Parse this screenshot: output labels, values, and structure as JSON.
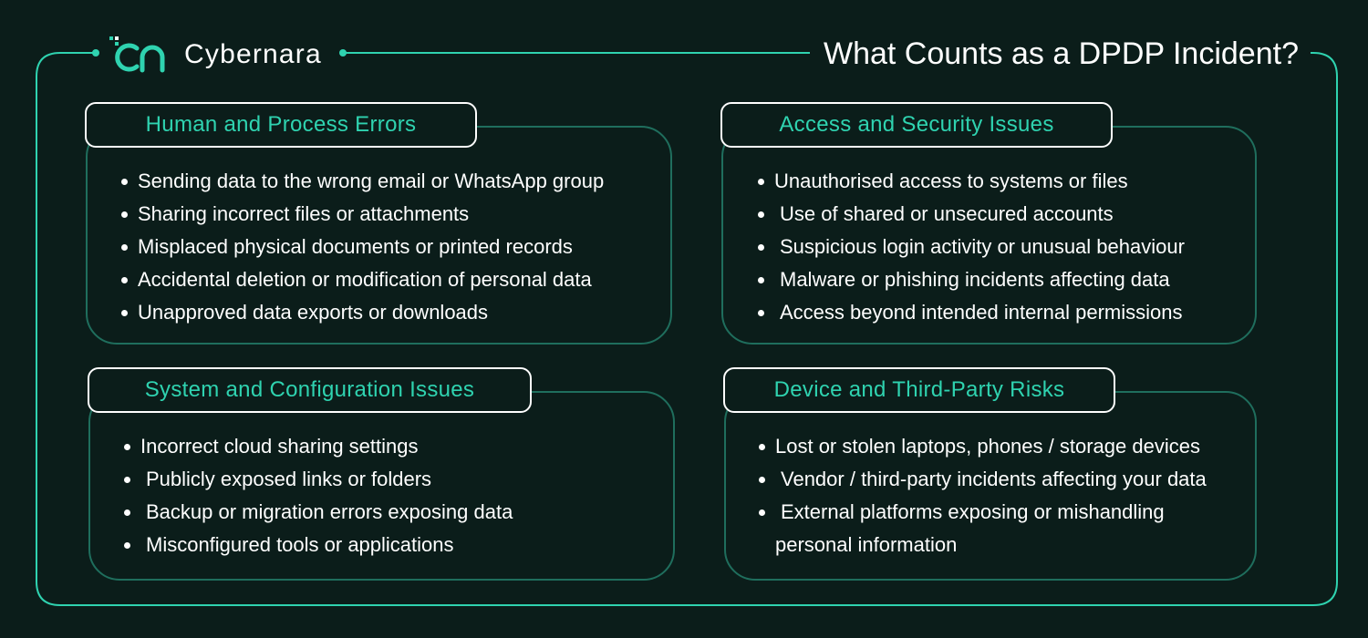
{
  "brand": {
    "name": "Cybernara",
    "logo_icon": "cn-logo-icon"
  },
  "title": "What Counts as a DPDP Incident?",
  "colors": {
    "background": "#0b1d1a",
    "accent": "#2fd3b0",
    "card_border": "#1f6e5d",
    "text": "#ffffff"
  },
  "cards": [
    {
      "title": "Human and Process Errors",
      "items": [
        "Sending data to the wrong email or WhatsApp group",
        "Sharing incorrect files or attachments",
        "Misplaced physical documents or printed records",
        "Accidental deletion or modification of personal data",
        "Unapproved data exports or downloads"
      ]
    },
    {
      "title": "Access and Security Issues",
      "items": [
        "Unauthorised access to systems or files",
        "Use of shared or unsecured accounts",
        "Suspicious login activity or unusual behaviour",
        "Malware or phishing incidents affecting data",
        "Access beyond intended internal permissions"
      ]
    },
    {
      "title": "System and Configuration Issues",
      "items": [
        "Incorrect cloud sharing settings",
        "Publicly exposed links or folders",
        "Backup or migration errors exposing data",
        "Misconfigured tools or applications"
      ]
    },
    {
      "title": "Device and Third-Party Risks",
      "items": [
        "Lost or stolen laptops, phones / storage devices",
        "Vendor / third-party incidents affecting your data",
        "External platforms exposing or mishandling personal information"
      ]
    }
  ]
}
